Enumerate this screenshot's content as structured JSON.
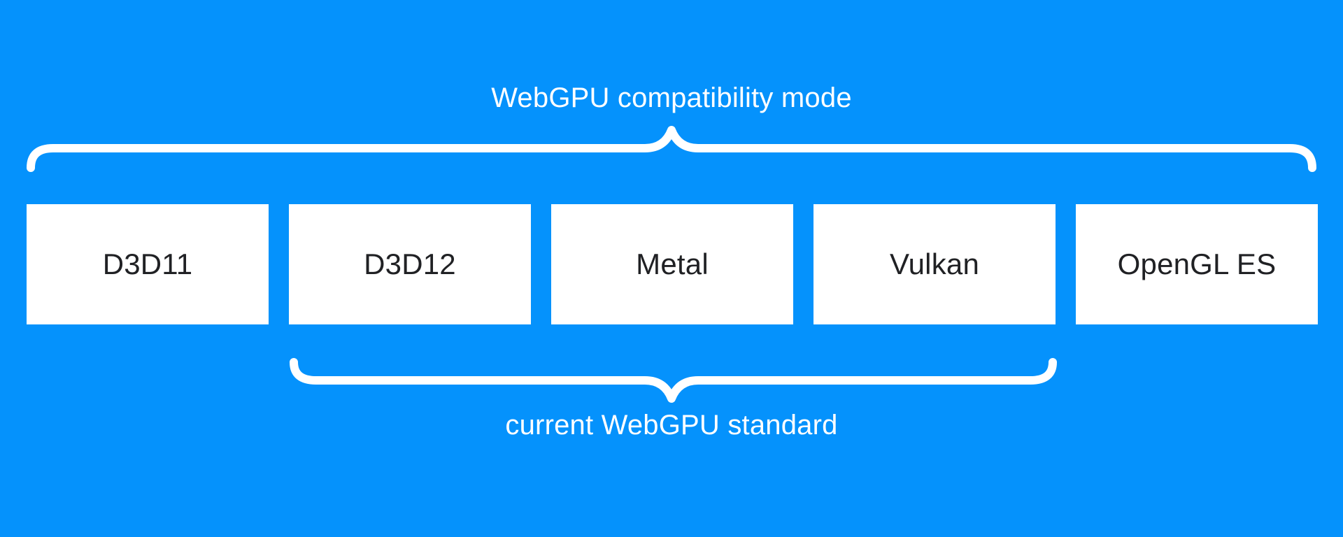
{
  "diagram": {
    "title": "WebGPU compatibility mode",
    "bottom_label": "current WebGPU standard",
    "boxes": [
      {
        "label": "D3D11"
      },
      {
        "label": "D3D12"
      },
      {
        "label": "Metal"
      },
      {
        "label": "Vulkan"
      },
      {
        "label": "OpenGL ES"
      }
    ],
    "braces": {
      "top_covers": [
        "D3D11",
        "D3D12",
        "Metal",
        "Vulkan",
        "OpenGL ES"
      ],
      "bottom_covers": [
        "D3D12",
        "Metal",
        "Vulkan"
      ]
    },
    "colors": {
      "background": "#0592fc",
      "box_background": "#ffffff",
      "box_text": "#202124",
      "label_text": "#ffffff",
      "brace_stroke": "#ffffff"
    }
  }
}
